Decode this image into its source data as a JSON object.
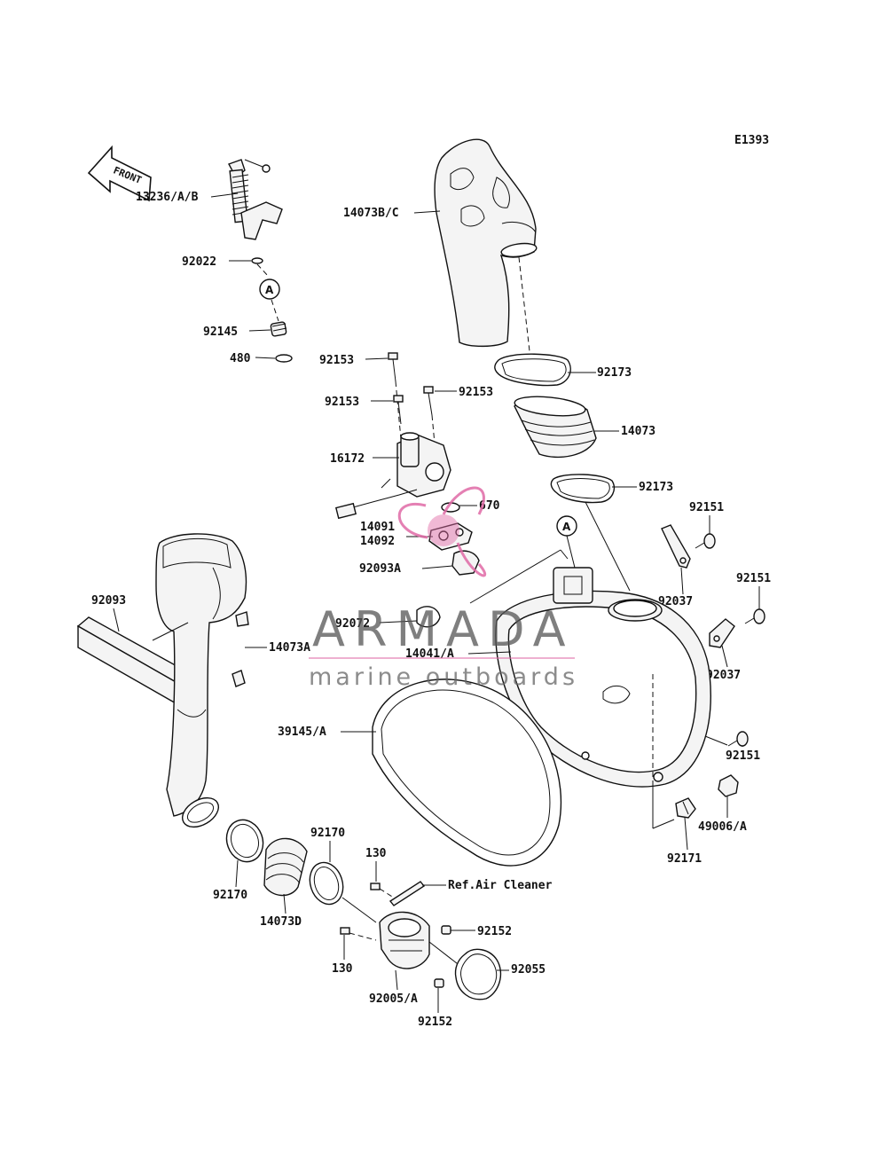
{
  "diagram_code": "E1393",
  "front_arrow_text": "FRONT",
  "ref_marker": "A",
  "watermark": {
    "brand": "ARMADA",
    "tagline": "marine outboards",
    "logo_color": "#e06aa6"
  },
  "labels": {
    "p13236": "13236/A/B",
    "p92022": "92022",
    "p92145": "92145",
    "p480": "480",
    "p14073bc": "14073B/C",
    "p92153a": "92153",
    "p92153b": "92153",
    "p92153c": "92153",
    "p92173a": "92173",
    "p14073": "14073",
    "p92173b": "92173",
    "p16172": "16172",
    "p670": "670",
    "p14091": "14091",
    "p14092": "14092",
    "p92093a": "92093A",
    "p92151a": "92151",
    "p92151b": "92151",
    "p92151c": "92151",
    "p92037a": "92037",
    "p92037b": "92037",
    "p92093": "92093",
    "p14073a": "14073A",
    "p92072": "92072",
    "p14041": "14041/A",
    "p39145": "39145/A",
    "p49006": "49006/A",
    "p92171": "92171",
    "p92170a": "92170",
    "p92170b": "92170",
    "p14073d": "14073D",
    "p130a": "130",
    "p130b": "130",
    "pref": "Ref.Air Cleaner",
    "p92152a": "92152",
    "p92152b": "92152",
    "p92055": "92055",
    "p92005": "92005/A"
  }
}
